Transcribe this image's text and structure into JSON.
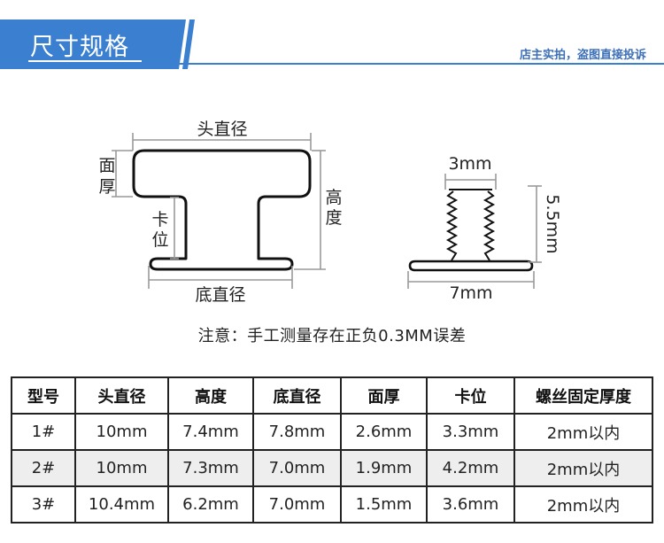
{
  "header": {
    "title": "尺寸规格",
    "note": "店主实拍，盗图直接投诉"
  },
  "diagram": {
    "left_part": {
      "head_diameter": "头直径",
      "face_thickness_line1": "面",
      "face_thickness_line2": "厚",
      "clip_line1": "卡",
      "clip_line2": "位",
      "height_line1": "高",
      "height_line2": "度",
      "base_diameter": "底直径"
    },
    "right_part": {
      "top_width": "3mm",
      "height": "5.5mm",
      "base_width": "7mm"
    }
  },
  "notice": "注意：手工测量存在正负0.3MM误差",
  "table": {
    "headers": [
      "型号",
      "头直径",
      "高度",
      "底直径",
      "面厚",
      "卡位",
      "螺丝固定厚度"
    ],
    "rows": [
      [
        "1#",
        "10mm",
        "7.4mm",
        "7.8mm",
        "2.6mm",
        "3.3mm",
        "2mm以内"
      ],
      [
        "2#",
        "10mm",
        "7.3mm",
        "7.0mm",
        "1.9mm",
        "4.2mm",
        "2mm以内"
      ],
      [
        "3#",
        "10.4mm",
        "6.2mm",
        "7.0mm",
        "1.5mm",
        "3.6mm",
        "2mm以内"
      ]
    ]
  },
  "colors": {
    "accent": "#3b7fd0",
    "dimension_line": "#999999",
    "outline": "#111111"
  }
}
